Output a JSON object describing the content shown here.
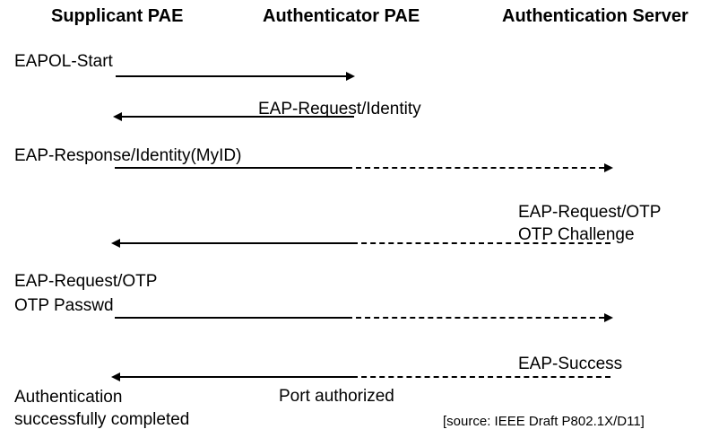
{
  "diagram": {
    "title_columns": [
      {
        "id": "supplicant",
        "label": "Supplicant PAE"
      },
      {
        "id": "authenticator",
        "label": "Authenticator PAE"
      },
      {
        "id": "auth_server",
        "label": "Authentication Server"
      }
    ],
    "messages": [
      {
        "id": "eapol-start",
        "label": "EAPOL-Start",
        "direction": "right",
        "from": "supplicant",
        "to": "authenticator",
        "line_style": "solid"
      },
      {
        "id": "eap-request-identity",
        "label": "EAP-Request/Identity",
        "direction": "left",
        "from": "authenticator",
        "to": "supplicant",
        "line_style": "solid"
      },
      {
        "id": "eap-response-identity",
        "label": "EAP-Response/Identity(MyID)",
        "direction": "right",
        "from": "supplicant",
        "to": "auth_server",
        "line_style": "solid-then-dotted"
      },
      {
        "id": "eap-request-otp-challenge",
        "label_line1": "EAP-Request/OTP",
        "label_line2": "OTP Challenge",
        "direction": "left",
        "from": "auth_server",
        "to": "supplicant",
        "line_style": "dotted-then-solid"
      },
      {
        "id": "eap-request-otp-passwd",
        "label_line1": "EAP-Request/OTP",
        "label_line2": "OTP Passwd",
        "direction": "right",
        "from": "supplicant",
        "to": "auth_server",
        "line_style": "solid-then-dotted"
      },
      {
        "id": "eap-success",
        "label": "EAP-Success",
        "direction": "left",
        "from": "auth_server",
        "to": "supplicant",
        "line_style": "dotted-then-solid"
      }
    ],
    "annotations": {
      "port_authorized": "Port authorized",
      "auth_complete_line1": "Authentication",
      "auth_complete_line2": "successfully completed"
    },
    "source": "[source: IEEE Draft P802.1X/D11]",
    "colors": {
      "ink": "#000000",
      "background": "#ffffff"
    }
  }
}
